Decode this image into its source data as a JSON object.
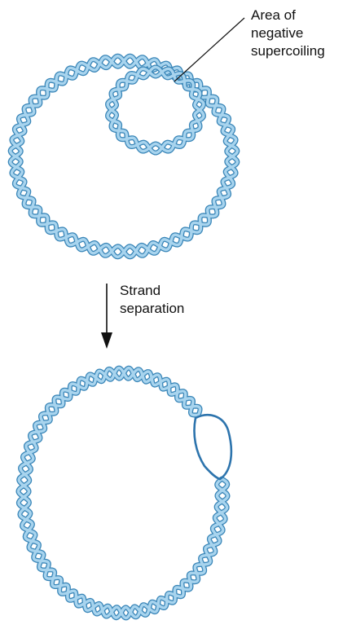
{
  "figure": {
    "top_label": [
      "Area of",
      "negative",
      "supercoiling"
    ],
    "arrow_label": [
      "Strand",
      "separation"
    ]
  },
  "colors": {
    "dna_fill": "#a8d4ee",
    "dna_stroke": "#3a86b8",
    "bubble_stroke": "#2d74ad",
    "text": "#111111"
  }
}
